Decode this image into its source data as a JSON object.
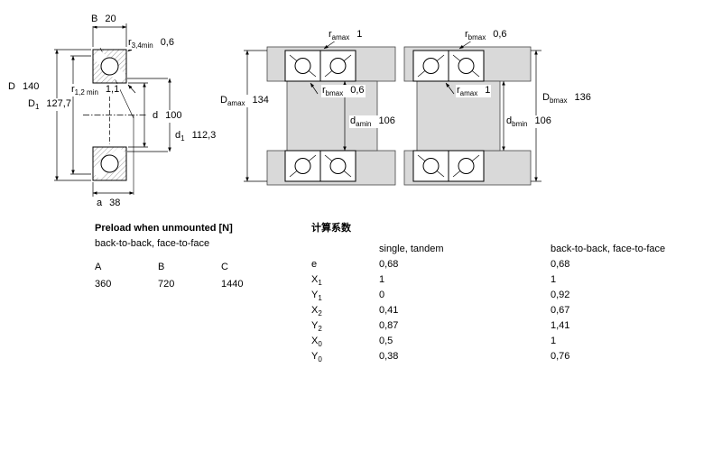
{
  "drawing": {
    "B": {
      "base": "B",
      "sub": "",
      "value": "20"
    },
    "r34": {
      "base": "r",
      "sub": "3,4min",
      "value": "0,6"
    },
    "D": {
      "base": "D",
      "sub": "",
      "value": "140"
    },
    "D1": {
      "base": "D",
      "sub": "1",
      "value": "127,7"
    },
    "r12": {
      "base": "r",
      "sub": "1,2 min",
      "value": "1,1"
    },
    "d": {
      "base": "d",
      "sub": "",
      "value": "100"
    },
    "d1": {
      "base": "d",
      "sub": "1",
      "value": "112,3"
    },
    "a": {
      "base": "a",
      "sub": "",
      "value": "38"
    }
  },
  "fit1": {
    "ramax": {
      "base": "r",
      "sub": "amax",
      "value": "1"
    },
    "Damax": {
      "base": "D",
      "sub": "amax",
      "value": "134"
    },
    "rbmax": {
      "base": "r",
      "sub": "bmax",
      "value": "0,6"
    },
    "damin": {
      "base": "d",
      "sub": "amin",
      "value": "106"
    }
  },
  "fit2": {
    "rbmax": {
      "base": "r",
      "sub": "bmax",
      "value": "0,6"
    },
    "ramax": {
      "base": "r",
      "sub": "amax",
      "value": "1"
    },
    "Dbmax": {
      "base": "D",
      "sub": "bmax",
      "value": "136"
    },
    "dbmin": {
      "base": "d",
      "sub": "bmin",
      "value": "106"
    }
  },
  "preload": {
    "title": "Preload when unmounted [N]",
    "subtitle": "back-to-back, face-to-face",
    "headers": [
      "A",
      "B",
      "C"
    ],
    "values": [
      "360",
      "720",
      "1440"
    ]
  },
  "factors": {
    "title": "计算系数",
    "col_single": "single, tandem",
    "col_paired": "back-to-back, face-to-face",
    "rows": [
      {
        "base": "e",
        "sub": "",
        "single": "0,68",
        "paired": "0,68"
      },
      {
        "base": "X",
        "sub": "1",
        "single": "1",
        "paired": "1"
      },
      {
        "base": "Y",
        "sub": "1",
        "single": "0",
        "paired": "0,92"
      },
      {
        "base": "X",
        "sub": "2",
        "single": "0,41",
        "paired": "0,67"
      },
      {
        "base": "Y",
        "sub": "2",
        "single": "0,87",
        "paired": "1,41"
      },
      {
        "base": "X",
        "sub": "0",
        "single": "0,5",
        "paired": "1"
      },
      {
        "base": "Y",
        "sub": "0",
        "single": "0,38",
        "paired": "0,76"
      }
    ]
  }
}
